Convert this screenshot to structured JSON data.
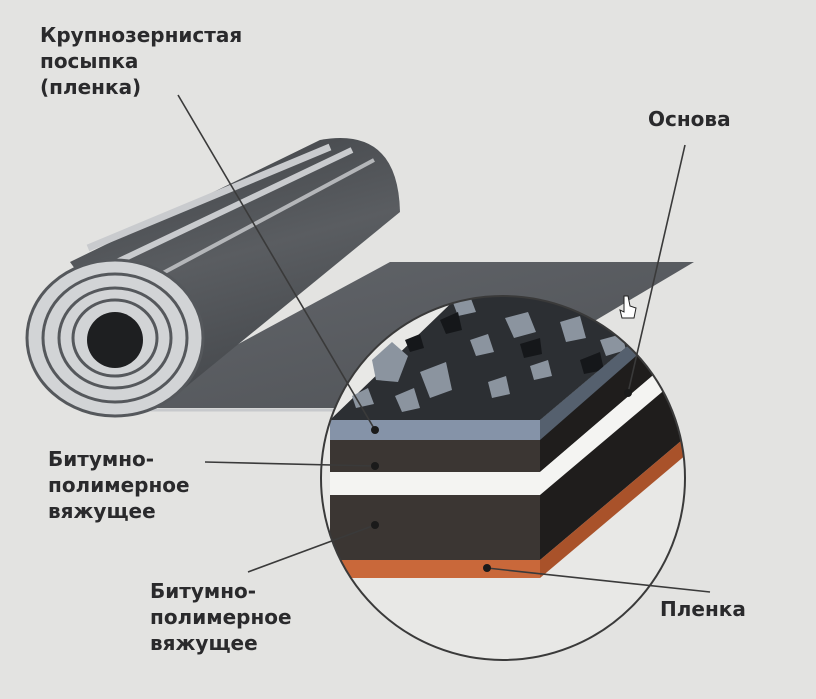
{
  "labels": {
    "granules": [
      "Крупнозернистая",
      "посыпка",
      "(пленка)"
    ],
    "base": "Основа",
    "binder_top": [
      "Битумно-",
      "полимерное",
      "вяжущее"
    ],
    "binder_bottom": [
      "Битумно-",
      "полимерное",
      "вяжущее"
    ],
    "film": "Пленка"
  },
  "colors": {
    "background": "#e3e3e1",
    "roll_dark": "#4b4e52",
    "roll_light": "#c9cbce",
    "sheet": "#5b5e62",
    "granule_layer": "#8593a8",
    "binder": "#3b3633",
    "base_layer": "#f4f4f2",
    "film": "#c9683a",
    "leader": "#3a3a3a"
  }
}
